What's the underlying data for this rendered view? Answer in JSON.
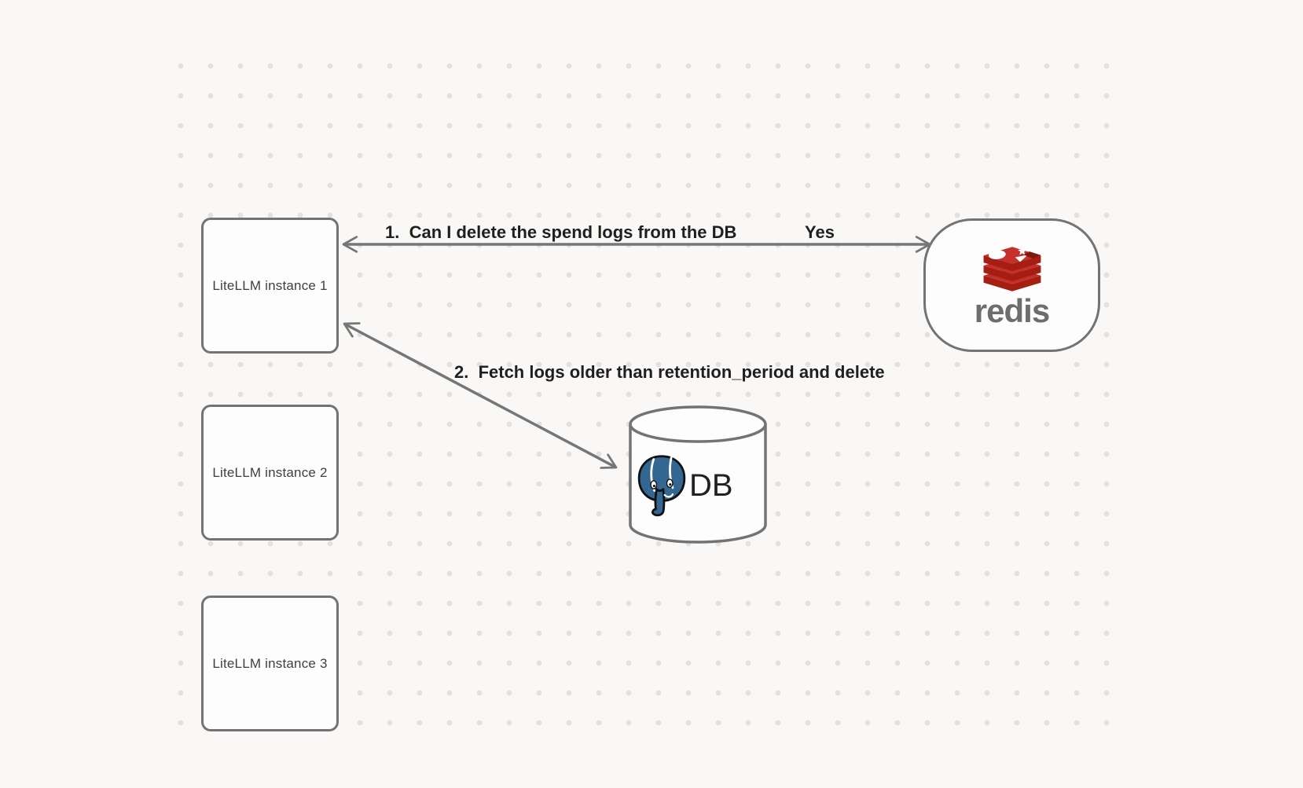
{
  "diagram": {
    "nodes": {
      "litellm1": {
        "label": "LiteLLM instance 1"
      },
      "litellm2": {
        "label": "LiteLLM instance 2"
      },
      "litellm3": {
        "label": "LiteLLM instance 3"
      },
      "redis": {
        "wordmark": "redis"
      },
      "database": {
        "label": "DB"
      }
    },
    "arrows": {
      "redis_query": {
        "label": "1.  Can I delete the spend logs from the DB",
        "response": "Yes"
      },
      "db_fetch": {
        "label": "2.  Fetch logs older than retention_period and delete"
      }
    },
    "icons": {
      "redis_logo": "redis-stack-logo",
      "postgres_logo": "postgresql-elephant-logo",
      "database_shape": "database-cylinder"
    },
    "colors": {
      "background": "#f9f8f7",
      "grid_dot": "#e3e1e0",
      "shape_border": "#737373",
      "arrow": "#767676",
      "label_text": "#1f1f1f",
      "node_text": "#3f3f3f",
      "redis_red": "#c6302b",
      "redis_red_dark": "#a41e11",
      "redis_wordmark": "#6d6d6d",
      "postgres_blue": "#336791",
      "db_text": "#222222"
    }
  }
}
